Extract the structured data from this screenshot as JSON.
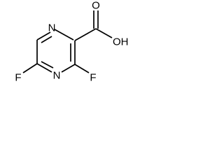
{
  "molecule": {
    "atoms": {
      "n1": "N",
      "n2": "N",
      "f1": "F",
      "f2": "F",
      "o_carbonyl": "O",
      "oh": "OH"
    }
  }
}
